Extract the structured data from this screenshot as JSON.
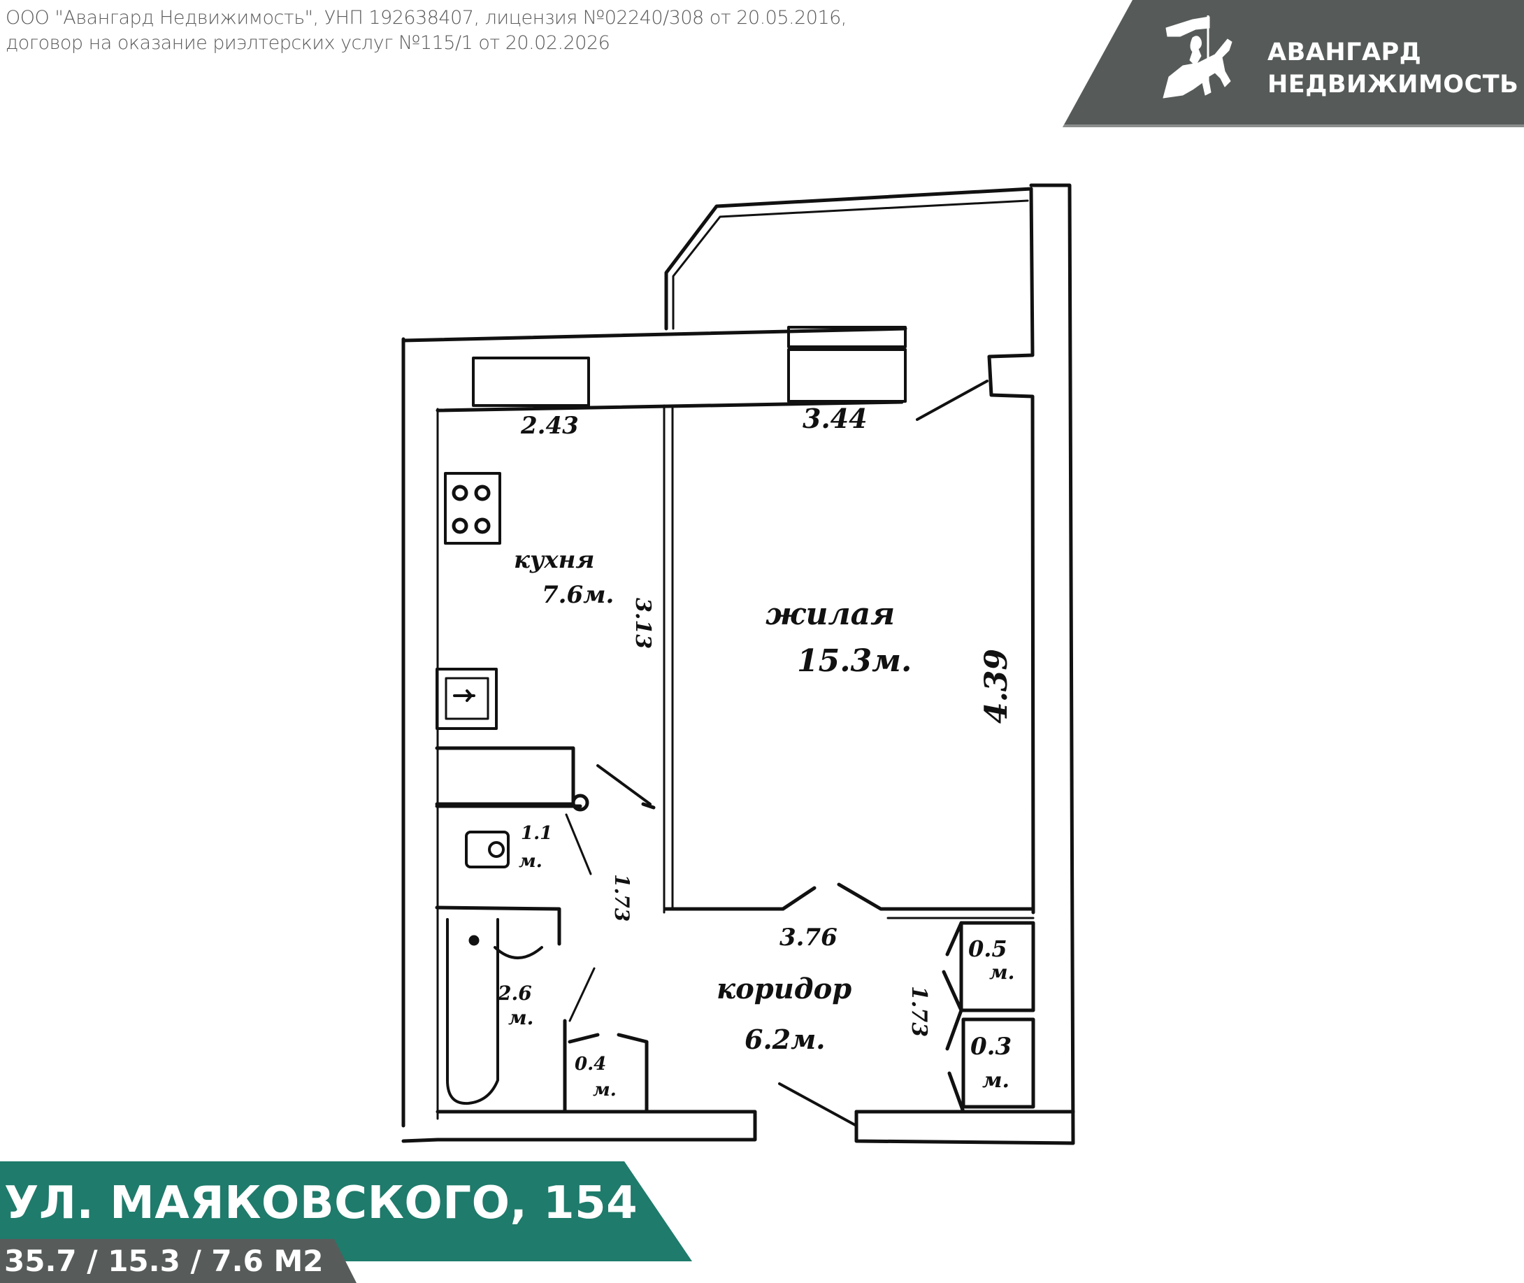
{
  "header": {
    "legal_line1": "ООО \"Авангард Недвижимость\", УНП 192638407, лицензия №02240/308 от 20.05.2016,",
    "legal_line2": "договор на оказание риэлтерских услуг №115/1 от 20.02.2026"
  },
  "brand": {
    "logo_icon": "knight-on-horse-icon",
    "name_line1": "АВАНГАРД",
    "name_line2": "НЕДВИЖИМОСТЬ",
    "background_color": "#565b59"
  },
  "floor_plan": {
    "rooms": [
      {
        "id": "kitchen",
        "label": "кухня",
        "area": "7.6м.",
        "dims": [
          "2.43",
          "3.13"
        ]
      },
      {
        "id": "living",
        "label": "жилая",
        "area": "15.3м.",
        "dims": [
          "3.44",
          "4.39"
        ]
      },
      {
        "id": "corridor",
        "label": "коридор",
        "area": "6.2м.",
        "dims": [
          "3.76",
          "1.73"
        ]
      },
      {
        "id": "toilet",
        "label": "",
        "area": "1.1м."
      },
      {
        "id": "bathroom",
        "label": "",
        "area": "2.6м."
      },
      {
        "id": "closet-small",
        "label": "",
        "area": "0.4м."
      },
      {
        "id": "storage-1",
        "label": "",
        "area": "0.5м."
      },
      {
        "id": "storage-2",
        "label": "",
        "area": "0.3м."
      }
    ],
    "text": {
      "kitchen_dim_top": "2.43",
      "kitchen_label": "кухня",
      "kitchen_area": "7.6м.",
      "kitchen_dim_side": "3.13",
      "living_dim_top": "3.44",
      "living_label": "жилая",
      "living_area": "15.3м.",
      "living_dim_side": "4.39",
      "corridor_dim_top": "3.76",
      "corridor_label": "коридор",
      "corridor_area": "6.2м.",
      "corridor_dim_side": "1.73",
      "toilet_area_num": "1.1",
      "toilet_area_unit": "м.",
      "bath_area_num": "2.6",
      "bath_area_unit": "м.",
      "closet_area_num": "0.4",
      "closet_area_unit": "м.",
      "storage1_area_num": "0.5",
      "storage1_area_unit": "м.",
      "storage2_area_num": "0.3",
      "storage2_area_unit": "м.",
      "hall_dim_side": "1.73"
    }
  },
  "banner": {
    "address": "УЛ. МАЯКОВСКОГО, 154",
    "areas": "35.7 / 15.3 / 7.6 М2",
    "address_color": "#1f7b6b",
    "areas_color": "#575c5b"
  }
}
